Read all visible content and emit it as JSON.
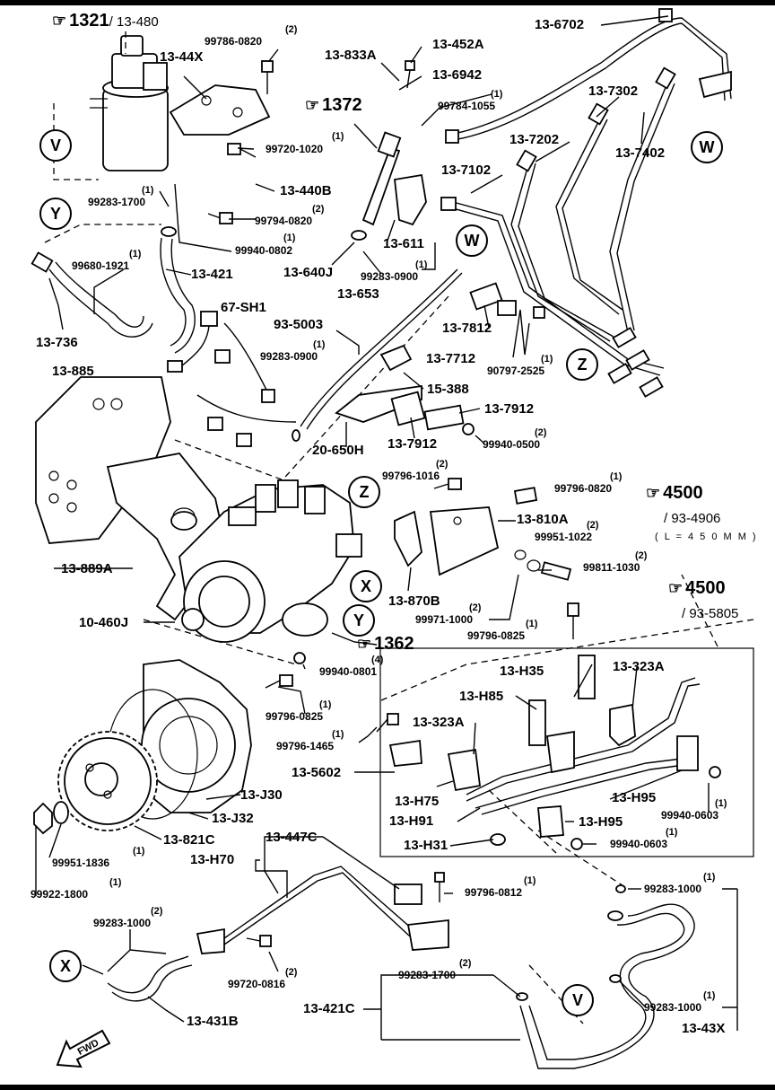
{
  "labels": {
    "l_13_44X": "13-44X",
    "l_13_833A": "13-833A",
    "l_13_452A": "13-452A",
    "l_13_6942": "13-6942",
    "l_13_6702": "13-6702",
    "l_13_7302": "13-7302",
    "l_13_7402": "13-7402",
    "l_13_7202": "13-7202",
    "l_13_7102": "13-7102",
    "l_13_440B": "13-440B",
    "l_13_611": "13-611",
    "l_13_640J": "13-640J",
    "l_13_653": "13-653",
    "l_13_421": "13-421",
    "l_13_736": "13-736",
    "l_67_SH1": "67-SH1",
    "l_93_5003": "93-5003",
    "l_13_7812": "13-7812",
    "l_13_7712": "13-7712",
    "l_15_388": "15-388",
    "l_13_885": "13-885",
    "l_13_7912a": "13-7912",
    "l_13_7912b": "13-7912",
    "l_20_650H": "20-650H",
    "l_13_810A": "13-810A",
    "l_13_889A": "13-889A",
    "l_13_870B": "13-870B",
    "l_10_460J": "10-460J",
    "l_13_H35": "13-H35",
    "l_13_323A_r": "13-323A",
    "l_13_H85": "13-H85",
    "l_13_323A_l": "13-323A",
    "l_13_5602": "13-5602",
    "l_13_H75": "13-H75",
    "l_13_H91": "13-H91",
    "l_13_H95a": "13-H95",
    "l_13_H95b": "13-H95",
    "l_13_H31": "13-H31",
    "l_13_J30": "13-J30",
    "l_13_J32": "13-J32",
    "l_13_821C": "13-821C",
    "l_13_447C": "13-447C",
    "l_13_H70": "13-H70",
    "l_13_431B": "13-431B",
    "l_13_421C": "13-421C",
    "l_13_43X": "13-43X"
  },
  "small_labels": {
    "s_99786_0820": "99786-0820",
    "s_99720_1020": "99720-1020",
    "s_99283_1700_t": "99283-1700",
    "s_99794_0820": "99794-0820",
    "s_99940_0802": "99940-0802",
    "s_99680_1921": "99680-1921",
    "s_99784_1055": "99784-1055",
    "s_99283_0900_t": "99283-0900",
    "s_99283_0900_m": "99283-0900",
    "s_90797_2525": "90797-2525",
    "s_99940_0500": "99940-0500",
    "s_99796_1016": "99796-1016",
    "s_99796_0820": "99796-0820",
    "s_99951_1022": "99951-1022",
    "s_99811_1030": "99811-1030",
    "s_99971_1000": "99971-1000",
    "s_99796_0825_r": "99796-0825",
    "s_99940_0801": "99940-0801",
    "s_99796_0825_l": "99796-0825",
    "s_99796_1465": "99796-1465",
    "s_99940_0603a": "99940-0603",
    "s_99940_0603b": "99940-0603",
    "s_99951_1836": "99951-1836",
    "s_99922_1800": "99922-1800",
    "s_99796_0812": "99796-0812",
    "s_99283_1000_t": "99283-1000",
    "s_99283_1000_l": "99283-1000",
    "s_99720_0816": "99720-0816",
    "s_99283_1700_b": "99283-1700",
    "s_99283_1000_b": "99283-1000"
  },
  "quantities": {
    "q1": "(2)",
    "q2": "(1)",
    "q3": "(1)",
    "q4": "(2)",
    "q5": "(1)",
    "q6": "(1)",
    "q7": "(1)",
    "q8": "(1)",
    "q9": "(1)",
    "q10": "(1)",
    "q11": "(2)",
    "q12": "(2)",
    "q13": "(1)",
    "q14": "(2)",
    "q15": "(2)",
    "q16": "(2)",
    "q17": "(1)",
    "q18": "(4)",
    "q19": "(1)",
    "q20": "(1)",
    "q21": "(1)",
    "q22": "(1)",
    "q23": "(1)",
    "q24": "(1)",
    "q25": "(1)",
    "q26": "(1)",
    "q27": "(2)",
    "q28": "(2)",
    "q29": "(2)",
    "q30": "(1)"
  },
  "references": {
    "r1321_num": "1321",
    "r1321_rest": "/ 13-480",
    "r1372_num": "1372",
    "r4500a_num": "4500",
    "r4500a_rest": "/ 93-4906",
    "r4500a_note": "( L = 4 5 0 M M )",
    "r4500b_num": "4500",
    "r4500b_rest": "/ 93-5805",
    "r1362_num": "1362",
    "hand_icon": "pointing-hand-icon"
  },
  "circles": {
    "c_V1": "V",
    "c_Y1": "Y",
    "c_W1": "W",
    "c_W2": "W",
    "c_Z1": "Z",
    "c_Z2": "Z",
    "c_X1": "X",
    "c_Y2": "Y",
    "c_X2": "X",
    "c_V2": "V"
  },
  "fwd": "FWD"
}
